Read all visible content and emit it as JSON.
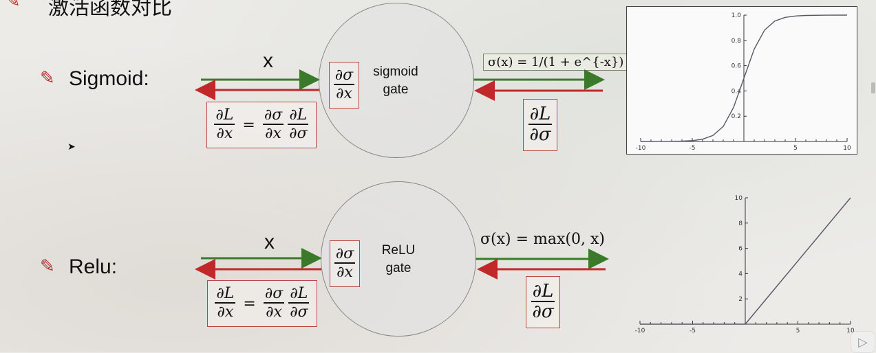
{
  "slide": {
    "title": "激活函数对比",
    "title_icon": "checkmark-pencil-icon"
  },
  "sigmoid": {
    "label": "Sigmoid:",
    "input_label": "x",
    "gate_line1": "sigmoid",
    "gate_line2": "gate",
    "formula": "σ(x) = 1/(1 + e^{-x})",
    "local_grad": {
      "num": "∂σ",
      "den": "∂x"
    },
    "upstream_grad": {
      "num": "∂L",
      "den": "∂σ"
    },
    "chain": {
      "lhs_num": "∂L",
      "lhs_den": "∂x",
      "eq": "=",
      "r1_num": "∂σ",
      "r1_den": "∂x",
      "r2_num": "∂L",
      "r2_den": "∂σ"
    }
  },
  "relu": {
    "label": "Relu:",
    "input_label": "x",
    "gate_line1": "ReLU",
    "gate_line2": "gate",
    "formula": "σ(x) = max(0, x)",
    "local_grad": {
      "num": "∂σ",
      "den": "∂x"
    },
    "upstream_grad": {
      "num": "∂L",
      "den": "∂σ"
    },
    "chain": {
      "lhs_num": "∂L",
      "lhs_den": "∂x",
      "eq": "=",
      "r1_num": "∂σ",
      "r1_den": "∂x",
      "r2_num": "∂L",
      "r2_den": "∂σ"
    }
  },
  "colors": {
    "forward_arrow": "#3a7a2a",
    "backward_arrow": "#c0282a",
    "curve": "#555566",
    "accent_red": "#b03030"
  },
  "chart_data": [
    {
      "type": "line",
      "series_function": "sigmoid",
      "xlim": [
        -10,
        10
      ],
      "ylim": [
        0,
        1
      ],
      "xticks": [
        "-10",
        "-5",
        "5",
        "10"
      ],
      "yticks": [
        "0.2",
        "0.4",
        "0.6",
        "0.8",
        "1.0"
      ],
      "x_tick_values": [
        -10,
        -5,
        5,
        10
      ],
      "y_tick_values": [
        0.2,
        0.4,
        0.6,
        0.8,
        1.0
      ],
      "x": [
        -10,
        -8,
        -6,
        -5,
        -4,
        -3,
        -2,
        -1,
        0,
        1,
        2,
        3,
        4,
        5,
        6,
        8,
        10
      ],
      "y": [
        4.54e-05,
        0.000335,
        0.00247,
        0.00669,
        0.018,
        0.0474,
        0.119,
        0.269,
        0.5,
        0.731,
        0.881,
        0.953,
        0.982,
        0.993,
        0.9975,
        0.99966,
        0.99995
      ],
      "framed": true
    },
    {
      "type": "line",
      "series_function": "relu",
      "xlim": [
        -10,
        10
      ],
      "ylim": [
        0,
        10
      ],
      "xticks": [
        "-10",
        "-5",
        "5",
        "10"
      ],
      "yticks": [
        "2",
        "4",
        "6",
        "8",
        "10"
      ],
      "x_tick_values": [
        -10,
        -5,
        5,
        10
      ],
      "y_tick_values": [
        2,
        4,
        6,
        8,
        10
      ],
      "x": [
        -10,
        0,
        10
      ],
      "y": [
        0,
        0,
        10
      ],
      "framed": false
    }
  ],
  "controls": {
    "play_icon": "play-icon"
  }
}
